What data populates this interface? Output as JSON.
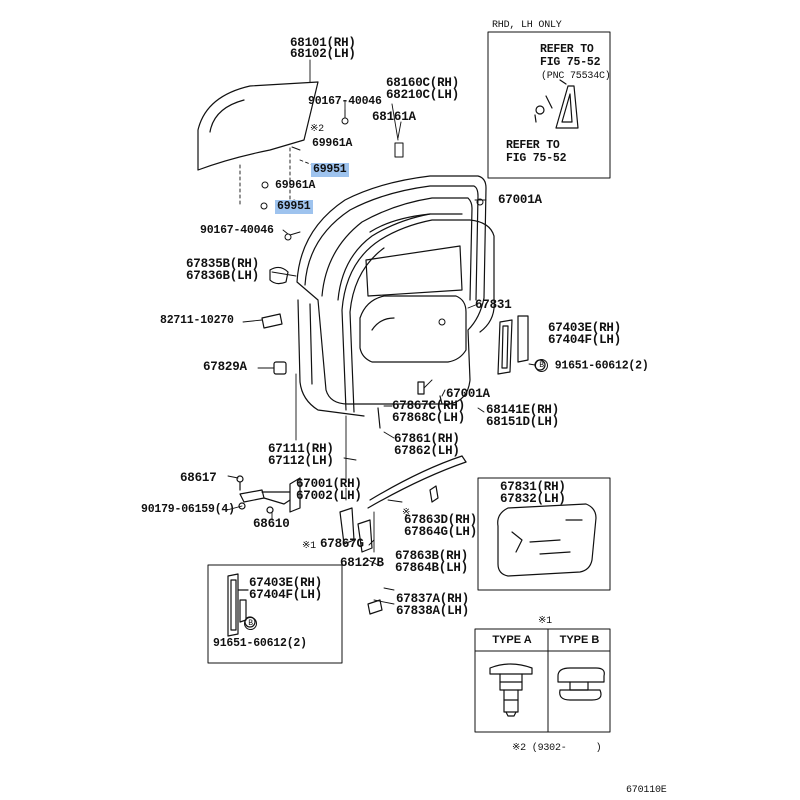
{
  "diagram": {
    "figure_code": "670110E",
    "labels": {
      "p68101": "68101(RH)",
      "p68102": "68102(LH)",
      "p90167a": "90167-40046",
      "mark2": "※2",
      "p69961a": "69961A",
      "p69951a": "69951",
      "p69961b": "69961A",
      "p69951b": "69951",
      "p90167b": "90167-40046",
      "p68160c": "68160C(RH)",
      "p68210c": "68210C(LH)",
      "p68161a": "68161A",
      "p67001a_top": "67001A",
      "p67835b": "67835B(RH)",
      "p67836b": "67836B(LH)",
      "p82711": "82711-10270",
      "p67829a": "67829A",
      "p67831": "67831",
      "p67403e_r": "67403E(RH)",
      "p67404f_r": "67404F(LH)",
      "p91651_r": "91651-60612(2)",
      "circle_b": "B",
      "p67001a_mid": "67001A",
      "p67867c": "67867C(RH)",
      "p67868c": "67868C(LH)",
      "p68141e": "68141E(RH)",
      "p68151d": "68151D(LH)",
      "p67861": "67861(RH)",
      "p67862": "67862(LH)",
      "p67111": "67111(RH)",
      "p67112": "67112(LH)",
      "p68617": "68617",
      "p67001": "67001(RH)",
      "p67002": "67002(LH)",
      "p90179": "90179-06159(4)",
      "p68610": "68610",
      "mark1_a": "※1",
      "p67867g": "67867G",
      "p68127b": "68127B",
      "mark1_b": "※",
      "p67863d": "67863D(RH)",
      "p67864g": "67864G(LH)",
      "p67863b": "67863B(RH)",
      "p67864b": "67864B(LH)",
      "p67831_rh": "67831(RH)",
      "p67832_lh": "67832(LH)",
      "p67403e_l": "67403E(RH)",
      "p67404f_l": "67404F(LH)",
      "p91651_l": "91651-60612(2)",
      "p67837a": "67837A(RH)",
      "p67838a": "67838A(LH)",
      "footnote1": "※1",
      "footnote2": "※2 (9302-     )"
    },
    "inset_rhd": {
      "title": "RHD, LH ONLY",
      "refer1_line1": "REFER TO",
      "refer1_line2": "FIG 75-52",
      "refer1_line3": "(PNC 75534C)",
      "refer2_line1": "REFER TO",
      "refer2_line2": "FIG 75-52"
    },
    "type_table": {
      "type_a": "TYPE A",
      "type_b": "TYPE B"
    },
    "highlight_color": "#9ec3ee"
  }
}
